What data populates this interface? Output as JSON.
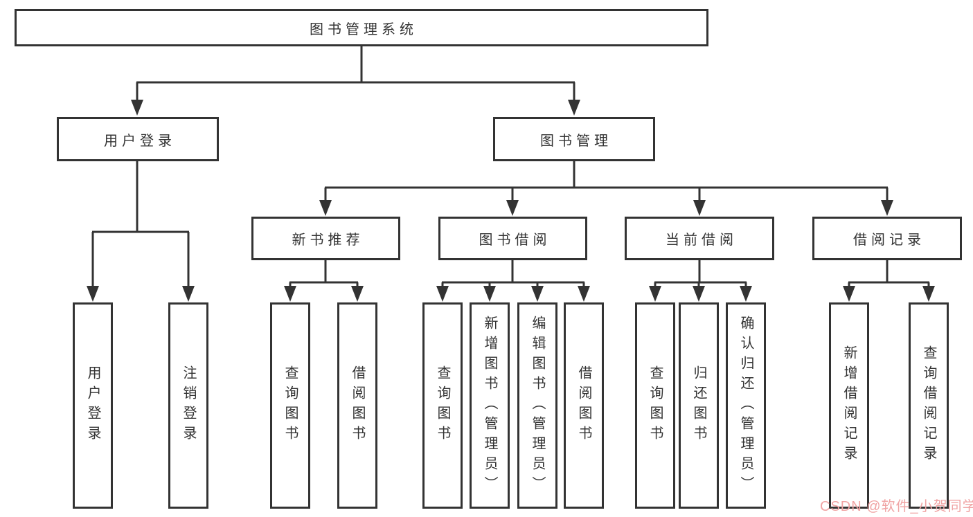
{
  "diagram_title": "图书管理系统",
  "colors": {
    "line": "#333333",
    "box_border": "#333333",
    "text": "#333333",
    "background": "#ffffff",
    "watermark": "#f0a4a4"
  },
  "watermark": {
    "text": "CSDN @软件_小贺同学"
  },
  "tree": {
    "root": {
      "label": "图书管理系统",
      "children": [
        {
          "label": "用户登录",
          "children": [
            {
              "label": "用户登录"
            },
            {
              "label": "注销登录"
            }
          ]
        },
        {
          "label": "图书管理",
          "children": [
            {
              "label": "新书推荐",
              "children": [
                {
                  "label": "查询图书"
                },
                {
                  "label": "借阅图书"
                }
              ]
            },
            {
              "label": "图书借阅",
              "children": [
                {
                  "label": "查询图书"
                },
                {
                  "label": "新增图书（管理员）"
                },
                {
                  "label": "编辑图书（管理员）"
                },
                {
                  "label": "借阅图书"
                }
              ]
            },
            {
              "label": "当前借阅",
              "children": [
                {
                  "label": "查询图书"
                },
                {
                  "label": "归还图书"
                },
                {
                  "label": "确认归还（管理员）"
                }
              ]
            },
            {
              "label": "借阅记录",
              "children": [
                {
                  "label": "新增借阅记录"
                },
                {
                  "label": "查询借阅记录"
                }
              ]
            }
          ]
        }
      ]
    }
  }
}
